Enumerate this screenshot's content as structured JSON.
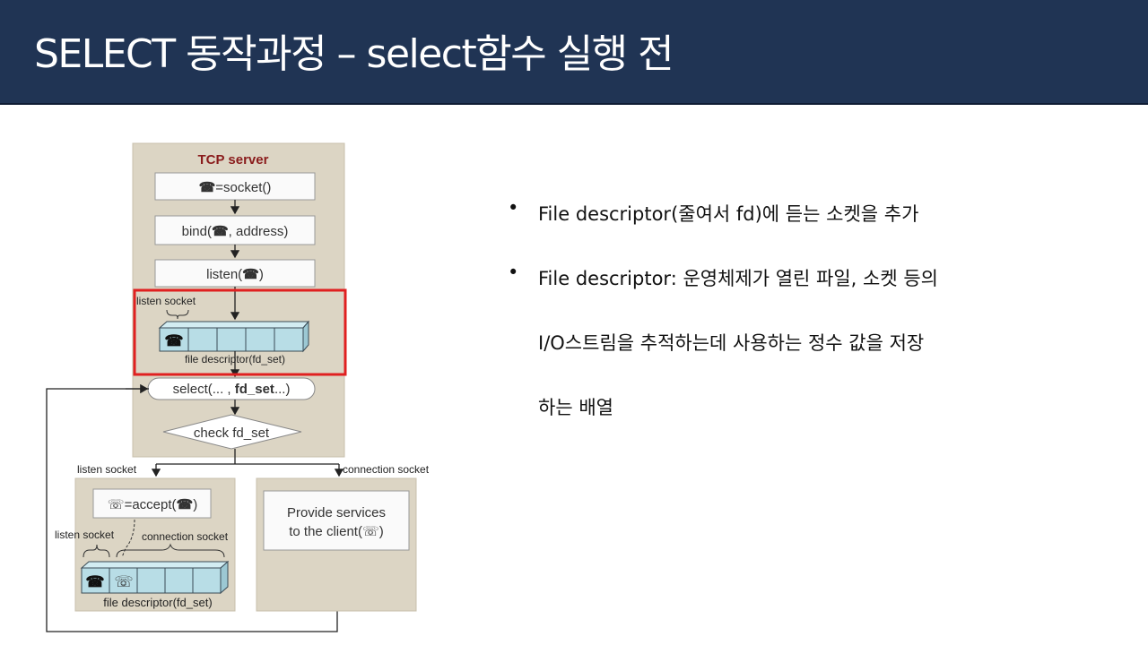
{
  "slide": {
    "title": "SELECT 동작과정 – select함수 실행 전"
  },
  "diagram": {
    "server_title": "TCP server",
    "socket_call": "=socket()",
    "bind_pre": "bind(",
    "bind_post": ", address)",
    "listen_pre": "listen(",
    "listen_post": ")",
    "listen_socket_top": "listen socket",
    "fd_set_label_top": "file descriptor(fd_set)",
    "select_pre": "select(... , ",
    "select_bold": "fd_set",
    "select_post": "...)",
    "check": "check fd_set",
    "branch_left": "listen socket",
    "branch_right": "connection socket",
    "accept_pre": "=accept(",
    "accept_post": ")",
    "listen_socket_bottom": "listen socket",
    "connection_socket_bottom": "connection socket",
    "fd_set_label_bottom": "file descriptor(fd_set)",
    "service_line1": "Provide services",
    "service_line2": "to the client(",
    "service_line2_end": ")",
    "phone_glyph": "☎",
    "phone_outline_glyph": "☏",
    "highlight_color": "#e02020",
    "cell_color": "#b8dde6",
    "panel_color": "#dcd5c4"
  },
  "bullets": [
    {
      "marker": "•",
      "lines": [
        "File descriptor(줄여서 fd)에 듣는 소켓을 추가"
      ]
    },
    {
      "marker": "•",
      "lines": [
        "File descriptor: 운영체제가 열린 파일, 소켓 등의",
        "I/O스트림을 추적하는데 사용하는 정수 값을 저장",
        "하는 배열"
      ]
    }
  ]
}
